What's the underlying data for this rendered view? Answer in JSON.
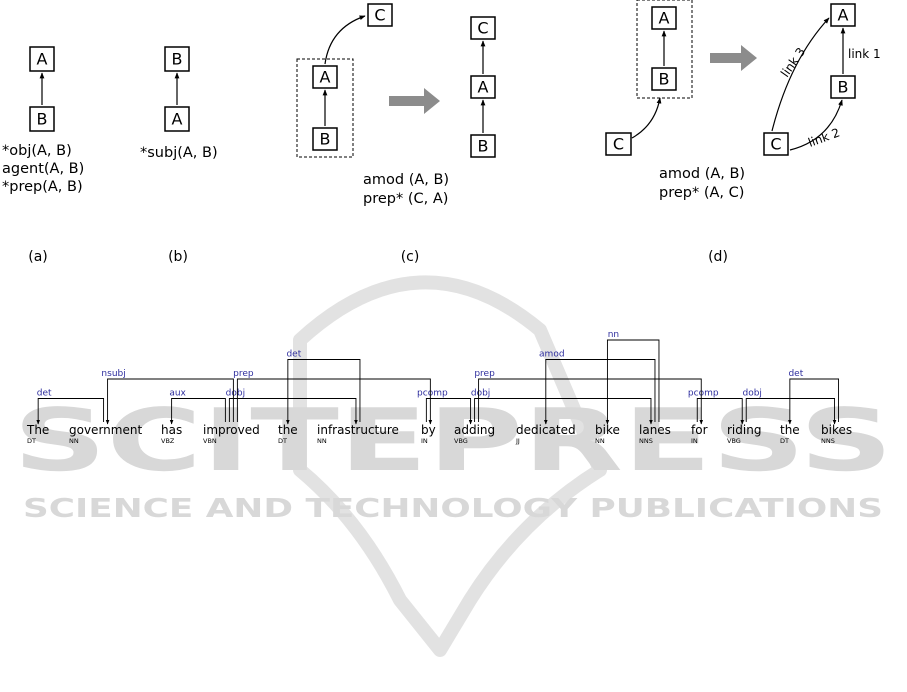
{
  "panel_labels": [
    "(a)",
    "(b)",
    "(c)",
    "(d)"
  ],
  "panel_a": {
    "box_top": "A",
    "box_bottom": "B",
    "relations": [
      "*obj(A, B)",
      "agent(A, B)",
      "*prep(A, B)"
    ]
  },
  "panel_b": {
    "box_top": "B",
    "box_bottom": "A",
    "relations": [
      "*subj(A, B)"
    ]
  },
  "panel_c": {
    "before": {
      "top": "C",
      "mid": "A",
      "bottom": "B"
    },
    "after": {
      "top": "C",
      "mid": "A",
      "bottom": "B"
    },
    "relations": [
      "amod (A, B)",
      "prep* (C, A)"
    ]
  },
  "panel_d": {
    "before": {
      "top": "A",
      "bottom": "B",
      "side": "C"
    },
    "after": {
      "top": "A",
      "mid": "B",
      "side": "C"
    },
    "link_labels": [
      "link 1",
      "link 2",
      "link 3"
    ],
    "relations": [
      "amod (A, B)",
      "prep* (A, C)"
    ]
  },
  "parse": {
    "words": [
      {
        "word": "The",
        "tag": "DT"
      },
      {
        "word": "government",
        "tag": "NN"
      },
      {
        "word": "has",
        "tag": "VBZ"
      },
      {
        "word": "improved",
        "tag": "VBN"
      },
      {
        "word": "the",
        "tag": "DT"
      },
      {
        "word": "infrastructure",
        "tag": "NN"
      },
      {
        "word": "by",
        "tag": "IN"
      },
      {
        "word": "adding",
        "tag": "VBG"
      },
      {
        "word": "dedicated",
        "tag": "JJ"
      },
      {
        "word": "bike",
        "tag": "NN"
      },
      {
        "word": "lanes",
        "tag": "NNS"
      },
      {
        "word": "for",
        "tag": "IN"
      },
      {
        "word": "riding",
        "tag": "VBG"
      },
      {
        "word": "the",
        "tag": "DT"
      },
      {
        "word": "bikes",
        "tag": "NNS"
      }
    ],
    "arcs": [
      {
        "label": "det",
        "from": 1,
        "to": 0,
        "level": 1
      },
      {
        "label": "nsubj",
        "from": 3,
        "to": 1,
        "level": 2
      },
      {
        "label": "aux",
        "from": 3,
        "to": 2,
        "level": 1
      },
      {
        "label": "dobj",
        "from": 3,
        "to": 5,
        "level": 1
      },
      {
        "label": "prep",
        "from": 3,
        "to": 6,
        "level": 2
      },
      {
        "label": "det",
        "from": 5,
        "to": 4,
        "level": 3
      },
      {
        "label": "pcomp",
        "from": 6,
        "to": 7,
        "level": 1
      },
      {
        "label": "dobj",
        "from": 7,
        "to": 10,
        "level": 1
      },
      {
        "label": "prep",
        "from": 7,
        "to": 11,
        "level": 2
      },
      {
        "label": "amod",
        "from": 10,
        "to": 8,
        "level": 3
      },
      {
        "label": "nn",
        "from": 10,
        "to": 9,
        "level": 4
      },
      {
        "label": "pcomp",
        "from": 11,
        "to": 12,
        "level": 1
      },
      {
        "label": "dobj",
        "from": 12,
        "to": 14,
        "level": 1
      },
      {
        "label": "det",
        "from": 14,
        "to": 13,
        "level": 2
      }
    ]
  },
  "watermark": {
    "big": "SCITEPRESS",
    "small": "SCIENCE AND TECHNOLOGY PUBLICATIONS"
  }
}
